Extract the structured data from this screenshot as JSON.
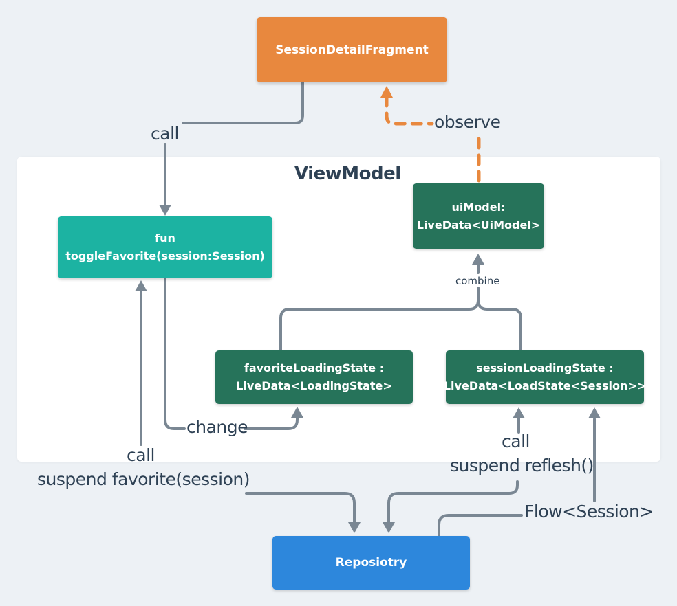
{
  "diagram": {
    "title": "ViewModel",
    "nodes": {
      "fragment": {
        "label": "SessionDetailFragment"
      },
      "toggle_favorite": {
        "label": "fun toggleFavorite(session:Session)"
      },
      "ui_model": {
        "line1": "uiModel:",
        "line2": "LiveData<UiModel>"
      },
      "favorite_loading": {
        "line1": "favoriteLoadingState :",
        "line2": "LiveData<LoadingState>"
      },
      "session_loading": {
        "line1": "sessionLoadingState :",
        "line2": "LiveData<LoadState<Session>>"
      },
      "repository": {
        "label": "Reposiotry"
      }
    },
    "edge_labels": {
      "call_top": "call",
      "observe": "observe",
      "combine": "combine",
      "change": "change",
      "call_left": "call",
      "suspend_favorite": "suspend favorite(session)",
      "call_right": "call",
      "suspend_reflesh": "suspend reflesh()",
      "flow_session": "Flow<Session>"
    },
    "colors": {
      "background": "#EDF1F5",
      "panel": "#FFFFFF",
      "fragment_orange": "#E8883E",
      "teal": "#1CB3A2",
      "dark_green": "#26735A",
      "blue": "#2D87DC",
      "line_gray": "#7A8793",
      "label_dark": "#2E4154",
      "observe_orange": "#E8883E"
    }
  }
}
